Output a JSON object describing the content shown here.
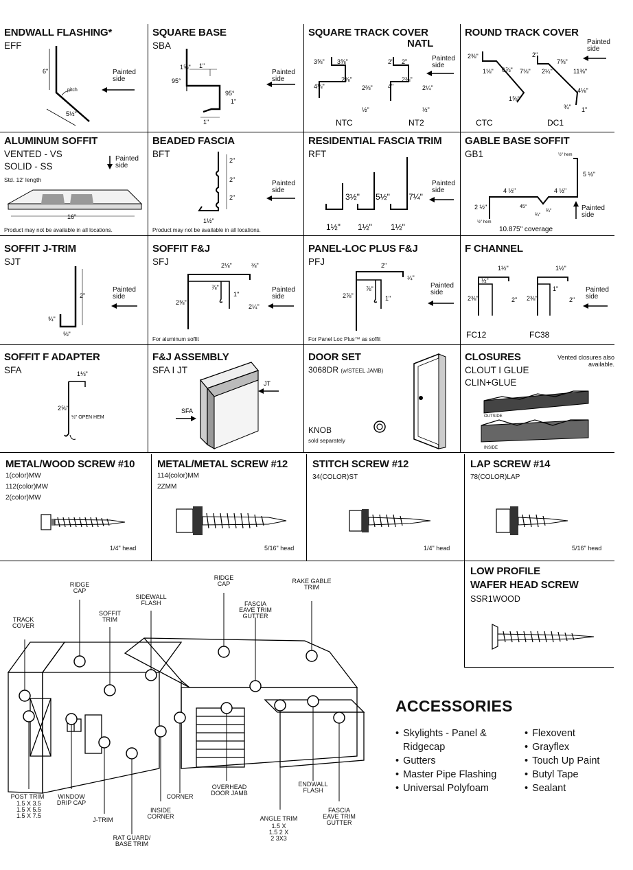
{
  "cells": {
    "eff": {
      "title": "ENDWALL FLASHING*",
      "code": "EFF",
      "painted": "Painted side",
      "dims": [
        "6\"",
        "pitch",
        "5½\""
      ]
    },
    "sba": {
      "title": "SQUARE BASE",
      "code": "SBA",
      "painted": "Painted side",
      "dims": [
        "1⅝\"",
        "1\"",
        "95°",
        "95°",
        "1\"",
        "1\""
      ]
    },
    "stc": {
      "title": "SQUARE TRACK COVER",
      "title2": "NATL",
      "painted": "Painted side",
      "dims": [
        "3⅝\"",
        "3⅝\"",
        "2⅜\"",
        "4⅛\"",
        "2⅜\"",
        "½\"",
        "2\"",
        "2\"",
        "2⅜\"",
        "4\"",
        "2¼\"",
        "½\""
      ],
      "labels": [
        "NTC",
        "NT2"
      ]
    },
    "rtc": {
      "title": "ROUND TRACK COVER",
      "painted": "Painted side",
      "dims": [
        "2⅜\"",
        "1⅛\"",
        "6⅞\"",
        "7⅛\"",
        "1⅝\"",
        "2\"",
        "2¼\"",
        "7⅝\"",
        "11⅜\"",
        "4⅛\"",
        "¾\"",
        "1\""
      ],
      "labels": [
        "CTC",
        "DC1"
      ]
    },
    "as": {
      "title": "ALUMINUM SOFFIT",
      "line1": "VENTED - VS",
      "line2": "SOLID - SS",
      "std": "Std. 12' length",
      "painted": "Painted side",
      "dim": "16\"",
      "note": "Product may not be available in all locations."
    },
    "bft": {
      "title": "BEADED FASCIA",
      "code": "BFT",
      "painted": "Painted side",
      "dims": [
        "2\"",
        "2\"",
        "2\"",
        "1½\""
      ],
      "note": "Product may not be available in all locations."
    },
    "rft": {
      "title": "RESIDENTIAL FASCIA TRIM",
      "code": "RFT",
      "painted": "Painted side",
      "dims": [
        "3½\"",
        "5½\"",
        "7¼\"",
        "1½\"",
        "1½\"",
        "1½\""
      ]
    },
    "gb1": {
      "title": "GABLE BASE SOFFIT",
      "code": "GB1",
      "painted": "Painted side",
      "dims": [
        "½\" hem",
        "5 ½\"",
        "4 ½\"",
        "4 ½\"",
        "2 ½\"",
        "45°",
        "¾\"",
        "¾\"",
        "½\" hem"
      ],
      "coverage": "10.875\" coverage"
    },
    "sjt": {
      "title": "SOFFIT J-TRIM",
      "code": "SJT",
      "painted": "Painted side",
      "dims": [
        "2\"",
        "¾\"",
        "⅜\""
      ]
    },
    "sfj": {
      "title": "SOFFIT F&J",
      "code": "SFJ",
      "painted": "Painted side",
      "dims": [
        "2⅛\"",
        "⅜\"",
        "⅞\"",
        "1\"",
        "2⅝\"",
        "2¼\""
      ],
      "note": "For aluminum soffit"
    },
    "pfj": {
      "title": "PANEL-LOC PLUS F&J",
      "code": "PFJ",
      "painted": "Painted side",
      "dims": [
        "2\"",
        "¼\"",
        "⅞\"",
        "2⅞\"",
        "1\""
      ],
      "note": "For Panel Loc Plus™ as soffit"
    },
    "fch": {
      "title": "F CHANNEL",
      "painted": "Painted side",
      "dims": [
        "1½\"",
        "½\"",
        "2⅜\"",
        "2\"",
        "1½\"",
        "1\"",
        "2⅜\"",
        "2\""
      ],
      "labels": [
        "FC12",
        "FC38"
      ]
    },
    "sfa": {
      "title": "SOFFIT F ADAPTER",
      "code": "SFA",
      "dims": [
        "1⅛\"",
        "2⅝\"",
        "½\" OPEN HEM"
      ]
    },
    "fja": {
      "title": "F&J ASSEMBLY",
      "code": "SFA  I  JT",
      "labels": [
        "JT",
        "SFA"
      ]
    },
    "door": {
      "title": "DOOR SET",
      "code": "3068DR",
      "code_note": "(w/STEEL JAMB)",
      "knob": "KNOB",
      "knob_note": "sold separately"
    },
    "clo": {
      "title": "CLOSURES",
      "note": "Vented closures also available.",
      "line1": "CLOUT I GLUE",
      "line2": "CLIN+GLUE",
      "outside": "OUTSIDE",
      "inside": "INSIDE"
    }
  },
  "screws": [
    {
      "title": "METAL/WOOD SCREW #10",
      "codes": [
        "1(color)MW",
        "112(color)MW",
        "2(color)MW"
      ],
      "head": "1/4\" head"
    },
    {
      "title": "METAL/METAL SCREW #12",
      "codes": [
        "114(color)MM",
        "2ZMM"
      ],
      "head": "5/16\" head"
    },
    {
      "title": "STITCH SCREW #12",
      "codes": [
        "34(COLOR)ST"
      ],
      "head": "1/4\" head"
    },
    {
      "title": "LAP SCREW #14",
      "codes": [
        "78(COLOR)LAP"
      ],
      "head": "5/16\" head"
    }
  ],
  "wafer": {
    "title1": "LOW PROFILE",
    "title2": "WAFER HEAD SCREW",
    "code": "SSR1WOOD"
  },
  "house_labels": {
    "track_cover": "TRACK COVER",
    "ridge_cap_1": "RIDGE CAP",
    "soffit_trim": "SOFFIT TRIM",
    "sidewall_flash": "SIDEWALL FLASH",
    "ridge_cap_2": "RIDGE CAP",
    "fascia_1": "FASCIA EAVE TRIM GUTTER",
    "rake_gable": "RAKE GABLE TRIM",
    "post_trim": "POST TRIM",
    "post_sizes": "1.5 X 3.5 1.5 X 5.5 1.5 X 7.5",
    "window_drip": "WINDOW DRIP CAP",
    "j_trim": "J-TRIM",
    "rat_guard": "RAT GUARD/ BASE TRIM",
    "inside_corner": "INSIDE CORNER",
    "corner": "CORNER",
    "overhead": "OVERHEAD DOOR JAMB",
    "angle_trim": "ANGLE TRIM",
    "angle_sizes": "1.5 X 1.5 2 X 2 3X3",
    "endwall": "ENDWALL FLASH",
    "fascia_2": "FASCIA EAVE TRIM GUTTER"
  },
  "accessories": {
    "title": "ACCESSORIES",
    "left": [
      "Skylights - Panel & Ridgecap",
      "Gutters",
      "Master Pipe Flashing",
      "Universal Polyfoam"
    ],
    "right": [
      "Flexovent",
      "Grayflex",
      "Touch Up Paint",
      "Butyl Tape",
      "Sealant"
    ]
  }
}
